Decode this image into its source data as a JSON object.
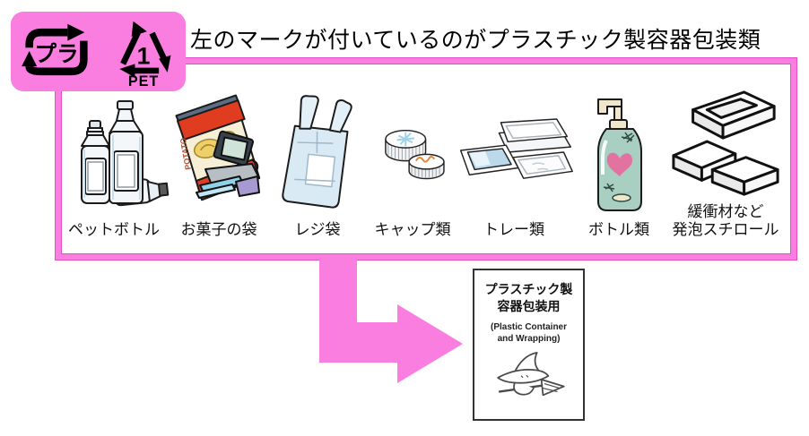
{
  "colors": {
    "accent_pink": "#f97ee0",
    "accent_pink_edge": "#e14fc6",
    "line_black": "#1b1b1b",
    "card_border": "#333333"
  },
  "mark_box": {
    "pla_text": "プラ",
    "pet_number": "1",
    "pet_label": "PET"
  },
  "title": "左のマークが付いているのがプラスチック製容器包装類",
  "items": [
    {
      "label": "ペットボトル",
      "icon": "pet-bottles-illustration"
    },
    {
      "label": "お菓子の袋",
      "icon": "snack-bag-illustration",
      "bag_text": "POTATO"
    },
    {
      "label": "レジ袋",
      "icon": "shopping-bag-illustration"
    },
    {
      "label": "キャップ類",
      "icon": "caps-illustration"
    },
    {
      "label": "トレー類",
      "icon": "trays-illustration"
    },
    {
      "label": "ボトル類",
      "icon": "pump-bottle-illustration"
    },
    {
      "label": "緩衝材など",
      "label_line2": "発泡スチロール",
      "icon": "styrofoam-illustration"
    }
  ],
  "destination_card": {
    "title_line1": "プラスチック製",
    "title_line2": "容器包装用",
    "subtitle_line1": "(Plastic Container",
    "subtitle_line2": "and Wrapping)",
    "icon": "witch-mascot-illustration"
  }
}
